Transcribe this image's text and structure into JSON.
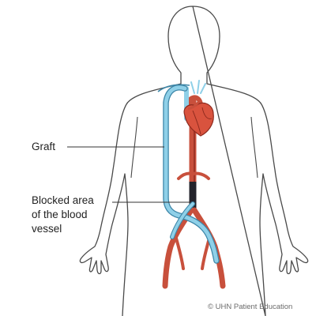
{
  "labels": {
    "graft": "Graft",
    "blocked_line1": "Blocked area",
    "blocked_line2": "of the blood",
    "blocked_line3": "vessel"
  },
  "copyright": "© UHN Patient Education",
  "colors": {
    "outline": "#4a4a4a",
    "artery": "#c8503c",
    "artery_dark": "#8e2a1e",
    "graft": "#8fd0e8",
    "graft_outline": "#3d86a8",
    "blocked": "#23232b",
    "heart": "#d9533e",
    "leader": "#333333"
  },
  "icons": {
    "heart": "heart-icon",
    "body": "human-body-outline"
  }
}
